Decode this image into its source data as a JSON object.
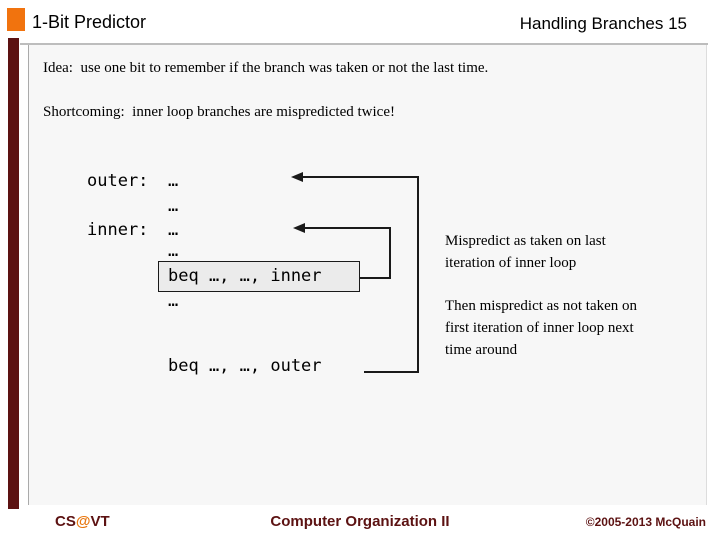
{
  "header": {
    "title": "1-Bit Predictor",
    "right_text": "Handling Branches 15"
  },
  "body": {
    "idea": "Idea:  use one bit to remember if the branch was taken or not the last time.",
    "shortcoming": "Shortcoming:  inner loop branches are mispredicted twice!"
  },
  "code": {
    "outer_label": "outer:",
    "inner_label": "inner:",
    "ellipsis": "…",
    "beq_inner": "beq …, …, inner",
    "beq_outer": "beq …, …, outer"
  },
  "annotations": {
    "mispredict_taken": {
      "lines": [
        "Mispredict as taken on last",
        "iteration of inner loop"
      ]
    },
    "mispredict_not_taken": {
      "lines": [
        "Then mispredict as not taken on",
        "first iteration of inner loop next",
        "time around"
      ]
    }
  },
  "footer": {
    "left_cs": "CS",
    "left_at": "@",
    "left_vt": "VT",
    "center": "Computer Organization II",
    "right": "©2005-2013 McQuain"
  },
  "colors": {
    "maroon": "#5C1212",
    "orange": "#F1730E",
    "content_box_fill": "#F7F7F7",
    "border_gray": "#AAAAAA",
    "code_box_fill": "#EBEBEB",
    "arrow_black": "#1a1a1a"
  }
}
